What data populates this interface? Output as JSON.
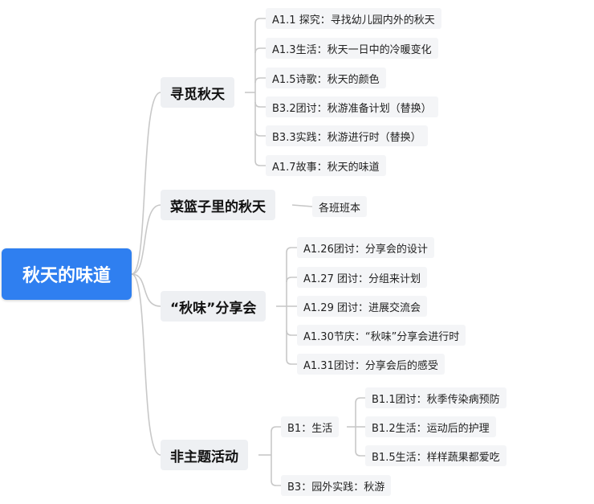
{
  "root": {
    "label": "秋天的味道"
  },
  "branches": [
    {
      "label": "寻觅秋天",
      "children": [
        {
          "label": "A1.1 探究：寻找幼儿园内外的秋天"
        },
        {
          "label": "A1.3生活：秋天一日中的冷暖变化"
        },
        {
          "label": "A1.5诗歌：秋天的颜色"
        },
        {
          "label": "B3.2团讨：秋游准备计划（替换）"
        },
        {
          "label": "B3.3实践：秋游进行时（替换）"
        },
        {
          "label": "A1.7故事：秋天的味道"
        }
      ]
    },
    {
      "label": "菜篮子里的秋天",
      "children": [
        {
          "label": "各班班本"
        }
      ]
    },
    {
      "label": "“秋味”分享会",
      "children": [
        {
          "label": "A1.26团讨：分享会的设计"
        },
        {
          "label": "A1.27 团讨：分组来计划"
        },
        {
          "label": "A1.29 团讨：进展交流会"
        },
        {
          "label": "A1.30节庆：“秋味”分享会进行时"
        },
        {
          "label": "A1.31团讨：分享会后的感受"
        }
      ]
    },
    {
      "label": "非主题活动",
      "children": [
        {
          "label": "B1：生活",
          "children": [
            {
              "label": "B1.1团讨：秋季传染病预防"
            },
            {
              "label": "B1.2生活：运动后的护理"
            },
            {
              "label": "B1.5生活：样样蔬果都爱吃"
            }
          ]
        },
        {
          "label": "B3：园外实践：秋游"
        }
      ]
    }
  ],
  "colors": {
    "root_fill": "#2f7ff0",
    "branch_fill": "#eef0f3",
    "leaf_fill": "#f4f5f7",
    "connector": "#c8c8c8"
  }
}
